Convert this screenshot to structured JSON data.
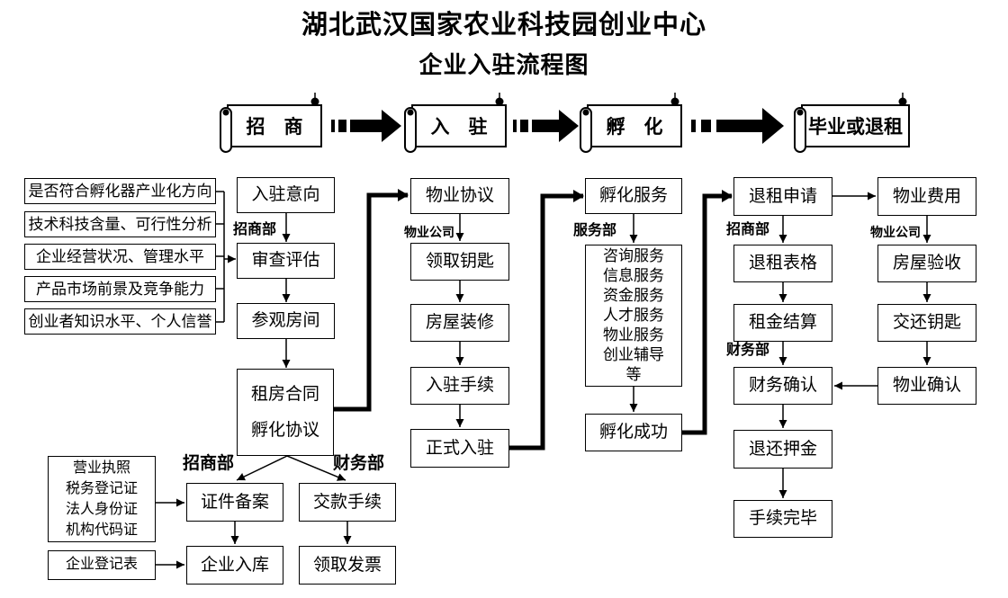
{
  "title": {
    "line1": "湖北武汉国家农业科技园创业中心",
    "line2": "企业入驻流程图"
  },
  "stages": {
    "recruit": "招　商",
    "entry": "入　驻",
    "incubate": "孵　化",
    "graduate": "毕业或退租"
  },
  "criteria": [
    "是否符合孵化器产业化方向",
    "技术科技含量、可行性分析",
    "企业经营状况、管理水平",
    "产品市场前景及竞争能力",
    "创业者知识水平、个人信誉"
  ],
  "recruit_flow": {
    "dept": "招商部",
    "intent": "入驻意向",
    "review": "审查评估",
    "visit": "参观房间",
    "contract": [
      "租房合同",
      "孵化协议"
    ]
  },
  "entry_flow": {
    "company": "物业公司",
    "agreement": "物业协议",
    "keys": "领取钥匙",
    "decorate": "房屋装修",
    "procedure": "入驻手续",
    "official": "正式入驻"
  },
  "incubation_flow": {
    "dept": "服务部",
    "service": "孵化服务",
    "services": [
      "咨询服务",
      "信息服务",
      "资金服务",
      "人才服务",
      "物业服务",
      "创业辅导",
      "等"
    ],
    "success": "孵化成功"
  },
  "exit_flow": {
    "dept_recruit": "招商部",
    "dept_finance": "财务部",
    "apply": "退租申请",
    "form": "退租表格",
    "settle": "租金结算",
    "confirm": "财务确认",
    "deposit": "退还押金",
    "complete": "手续完毕"
  },
  "property_flow": {
    "company": "物业公司",
    "fee": "物业费用",
    "inspect": "房屋验收",
    "return_keys": "交还钥匙",
    "confirm": "物业确认"
  },
  "registration": {
    "dept_recruit": "招商部",
    "dept_finance": "财务部",
    "documents": [
      "营业执照",
      "税务登记证",
      "法人身份证",
      "机构代码证"
    ],
    "form": "企业登记表",
    "filing": "证件备案",
    "payment": "交款手续",
    "warehouse": "企业入库",
    "invoice": "领取发票"
  },
  "colors": {
    "ink": "#000000",
    "background": "#ffffff"
  }
}
